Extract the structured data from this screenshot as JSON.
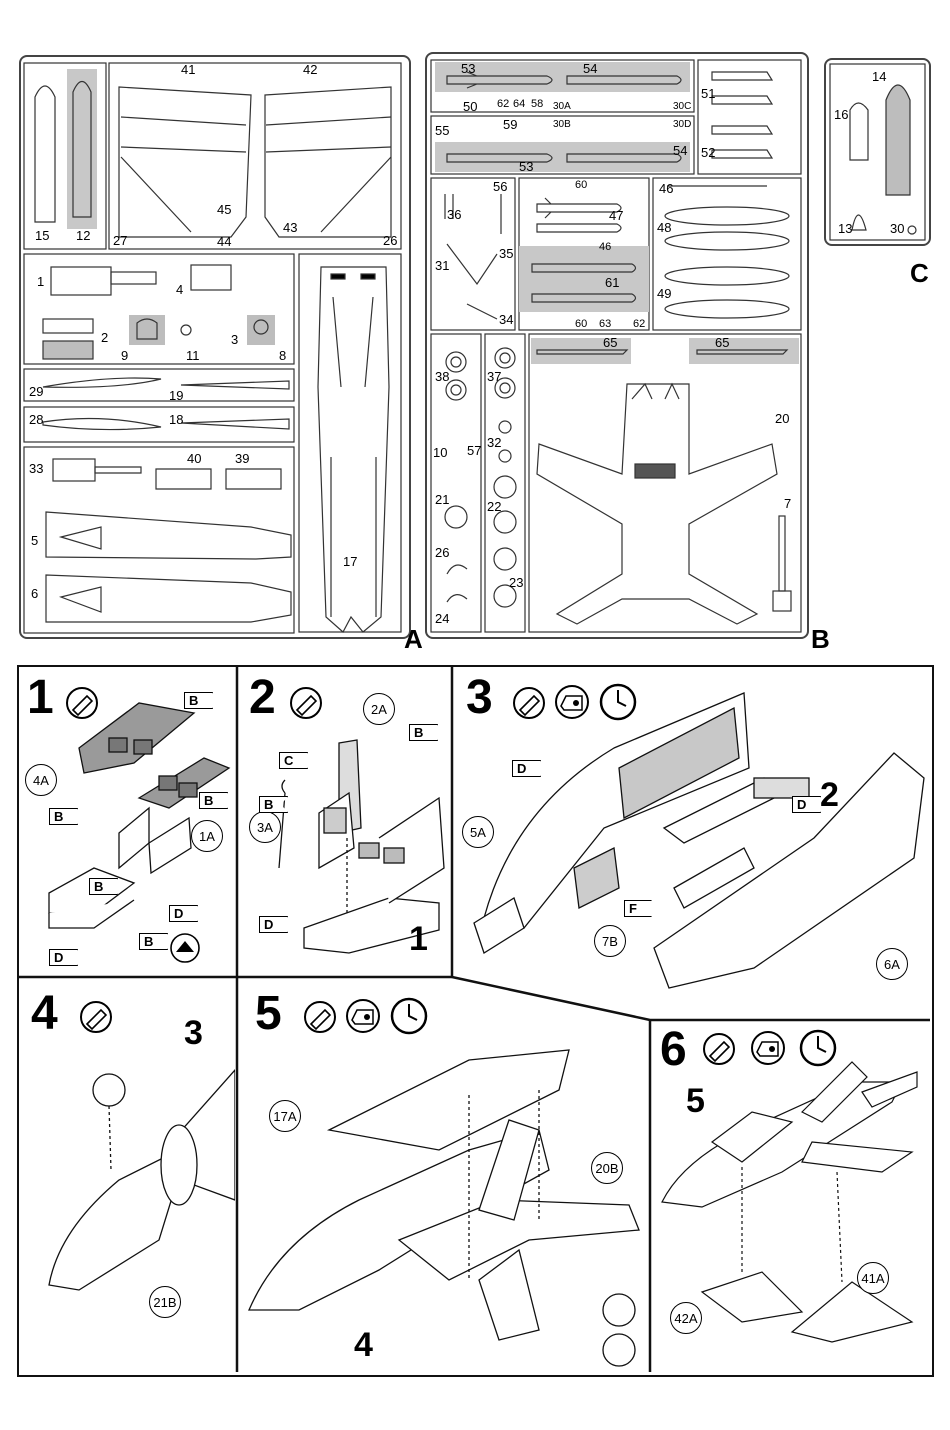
{
  "trees": {
    "A": {
      "letter": "A"
    },
    "B": {
      "letter": "B"
    },
    "C": {
      "letter": "C"
    }
  },
  "partsA": [
    "15",
    "12",
    "41",
    "42",
    "27",
    "45",
    "44",
    "43",
    "26",
    "1",
    "4",
    "2",
    "9",
    "11",
    "3",
    "8",
    "29",
    "19",
    "28",
    "18",
    "33",
    "40",
    "39",
    "5",
    "6",
    "17"
  ],
  "partsB": [
    "53",
    "54",
    "50",
    "62",
    "64",
    "58",
    "30A",
    "30C",
    "51",
    "55",
    "59",
    "30B",
    "30D",
    "53",
    "54",
    "52",
    "56",
    "60",
    "36",
    "47",
    "46",
    "35",
    "31",
    "61",
    "34",
    "60",
    "63",
    "62",
    "46",
    "48",
    "49",
    "38",
    "37",
    "65",
    "65",
    "10",
    "57",
    "32",
    "20",
    "21",
    "22",
    "7",
    "26",
    "23",
    "24"
  ],
  "partsC": [
    "14",
    "16",
    "13",
    "30"
  ],
  "steps": [
    {
      "num": "1",
      "callouts": [
        "4A",
        "1A"
      ],
      "tags": [
        "B",
        "B",
        "B",
        "B",
        "B",
        "D",
        "D"
      ]
    },
    {
      "num": "2",
      "callouts": [
        "2A",
        "3A"
      ],
      "tags": [
        "C",
        "B",
        "B",
        "D"
      ],
      "refs": [
        "1"
      ]
    },
    {
      "num": "3",
      "callouts": [
        "5A",
        "7B",
        "6A"
      ],
      "tags": [
        "D",
        "D",
        "F"
      ],
      "refs": [
        "2"
      ]
    },
    {
      "num": "4",
      "callouts": [
        "21B"
      ],
      "refs": [
        "3"
      ]
    },
    {
      "num": "5",
      "callouts": [
        "17A",
        "20B"
      ],
      "refs": [
        "4"
      ]
    },
    {
      "num": "6",
      "callouts": [
        "42A",
        "41A"
      ],
      "refs": [
        "5"
      ]
    }
  ]
}
